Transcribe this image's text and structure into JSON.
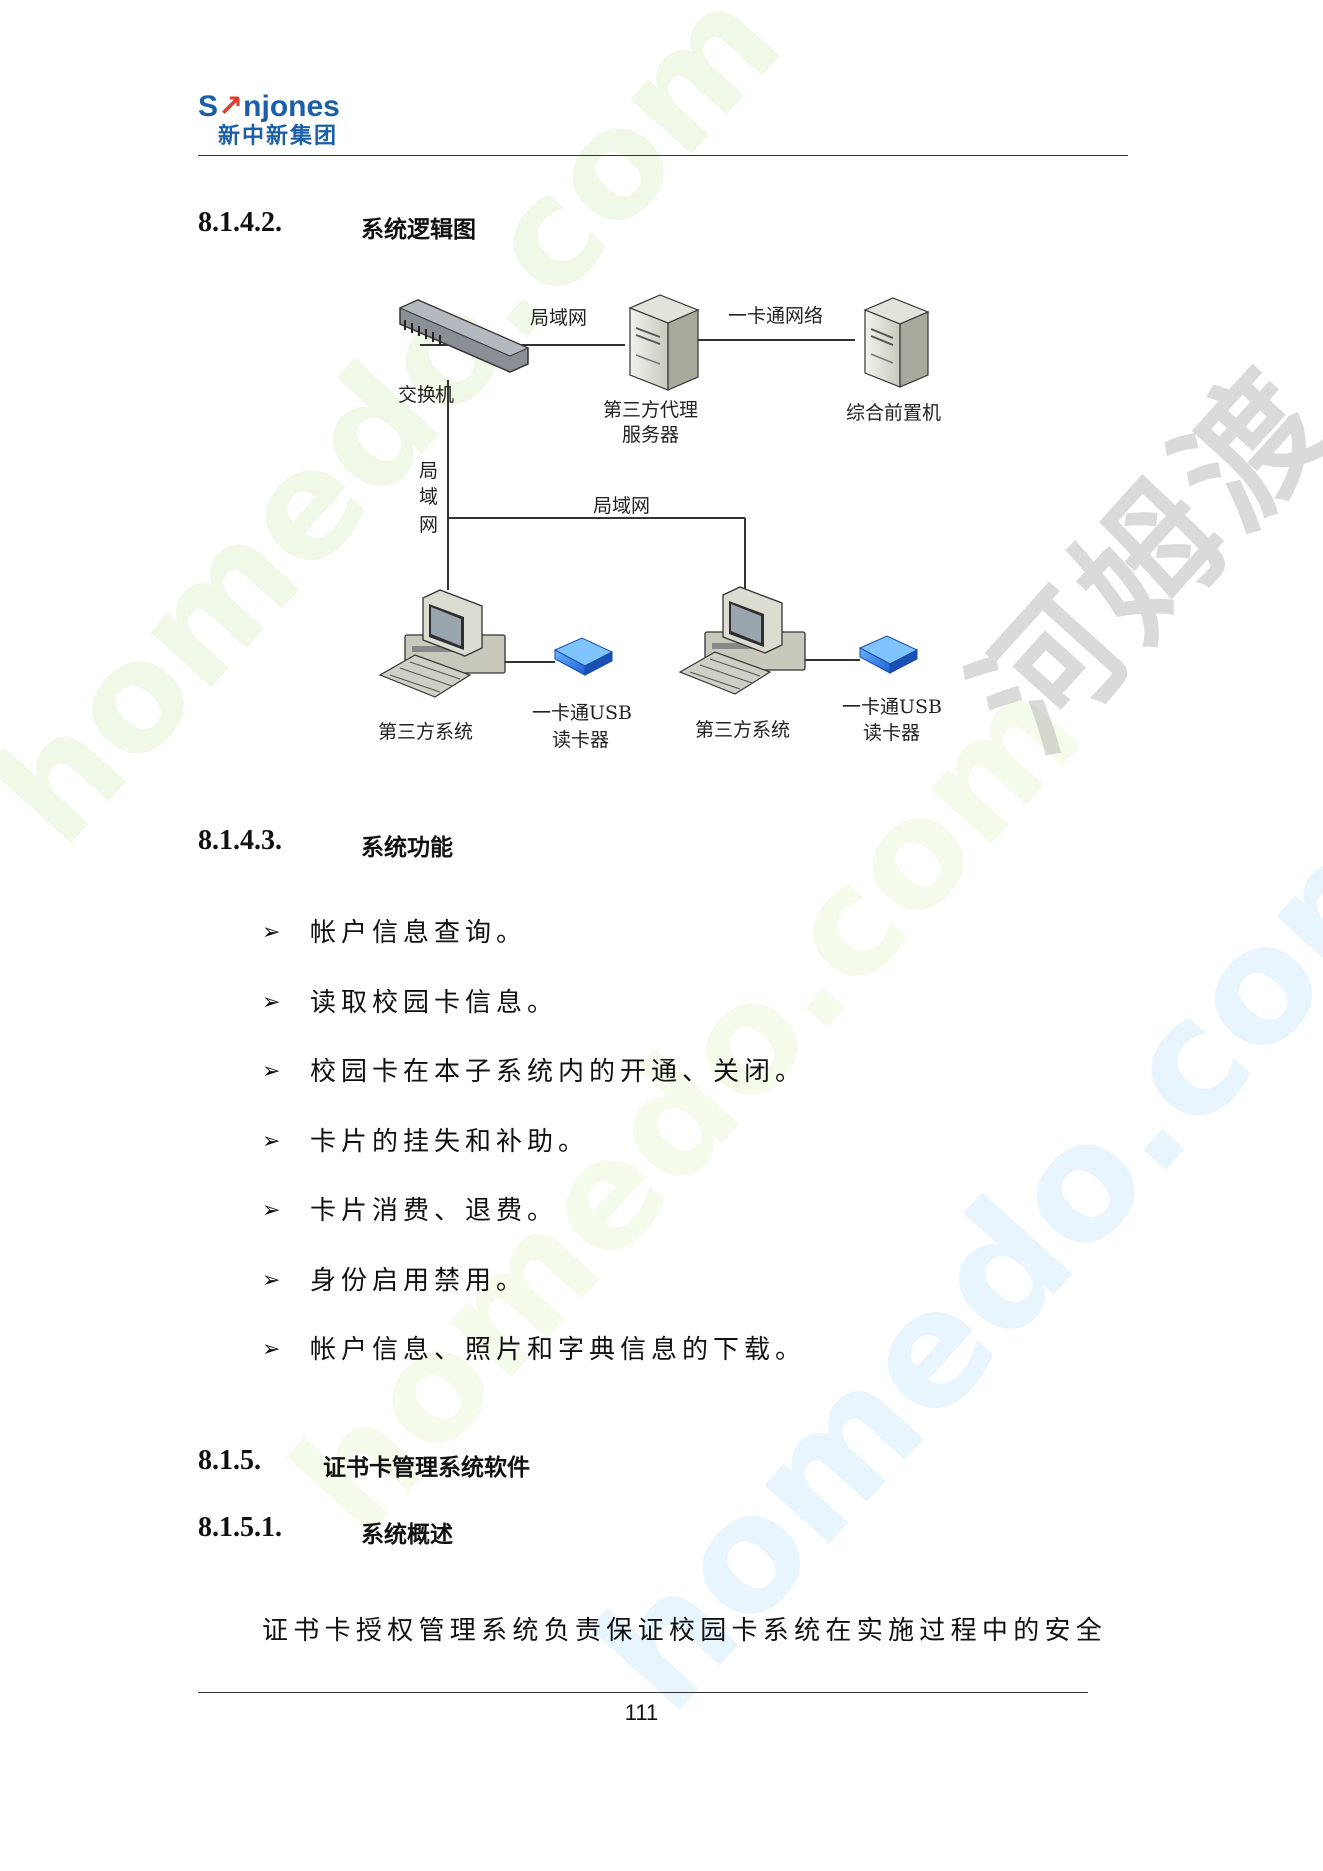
{
  "header": {
    "logo_latin_a": "S",
    "logo_latin_b": "njones",
    "logo_cn": "新中新集团"
  },
  "sections": {
    "s1": {
      "number": "8.1.4.2.",
      "title": "系统逻辑图"
    },
    "s2": {
      "number": "8.1.4.3.",
      "title": "系统功能"
    },
    "s3": {
      "number": "8.1.5.",
      "title": "证书卡管理系统软件"
    },
    "s4": {
      "number": "8.1.5.1.",
      "title": "系统概述"
    }
  },
  "diagram": {
    "switch_label_a": "交换",
    "switch_label_b": "机",
    "lan_top": "局域网",
    "card_network": "一卡通网络",
    "proxy_server_line1": "第三方代理",
    "proxy_server_line2": "服务器",
    "front_server": "综合前置机",
    "lan_vertical": [
      "局",
      "域",
      "网"
    ],
    "lan_middle": "局域网",
    "third_party_left": "第三方系统",
    "third_party_right": "第三方系统",
    "usb_left_line1": "一卡通USB",
    "usb_left_line2": "读卡器",
    "usb_right_line1": "一卡通USB",
    "usb_right_line2": "读卡器"
  },
  "functions": [
    "帐户信息查询。",
    "读取校园卡信息。",
    "校园卡在本子系统内的开通、关闭。",
    "卡片的挂失和补助。",
    "卡片消费、退费。",
    "身份启用禁用。",
    "帐户信息、照片和字典信息的下载。"
  ],
  "bullet_glyph": "➢",
  "paragraph": "证书卡授权管理系统负责保证校园卡系统在实施过程中的安全",
  "page_number": "111",
  "watermark": {
    "latin": "homedo.com",
    "cn": "河姆渡"
  }
}
